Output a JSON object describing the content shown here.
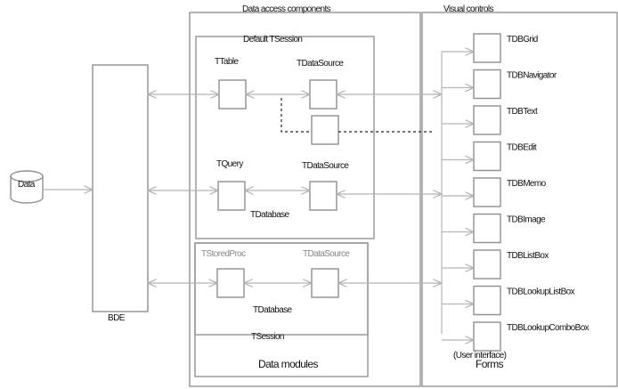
{
  "title_left": "Data access components",
  "title_right": "Visual controls",
  "data_label": "Data",
  "bde_label": "BDE",
  "default_session_label": "Default TSession",
  "ttable_label": "TTable",
  "tdatasource_1_label": "TDataSource",
  "tquery_label": "TQuery",
  "tdatasource_2_label": "TDataSource",
  "tdatabase_1_label": "TDatabase",
  "tstoredproc_label": "TStoredProc",
  "tdatasource_3_label": "TDataSource",
  "tdatabase_2_label": "TDatabase",
  "tsession_label": "TSession",
  "data_modules_label": "Data modules",
  "forms_label": "Forms",
  "ui_label": "(User interface)",
  "controls": [
    "TDBGrid",
    "TDBNavigator",
    "TDBText",
    "TDBEdit",
    "TDBMemo",
    "TDBImage",
    "TDBListBox",
    "TDBLookupListBox",
    "TDBLookupComboBox"
  ]
}
